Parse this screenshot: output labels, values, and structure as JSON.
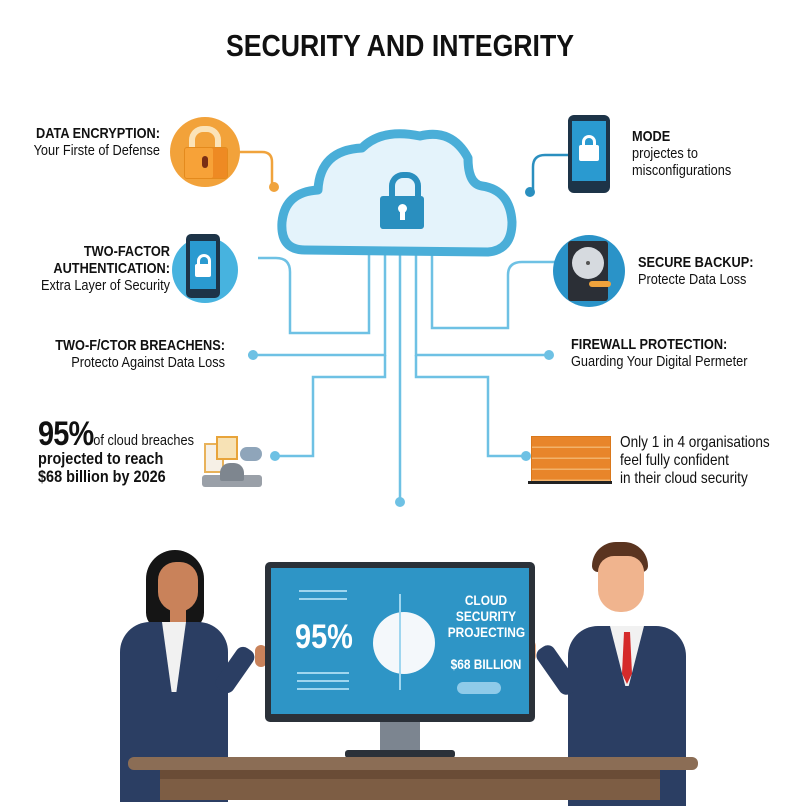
{
  "title": "SECURITY AND INTEGRITY",
  "colors": {
    "cloud_blue": "#4aaed8",
    "cloud_fill": "#e4f3fb",
    "line_blue": "#6ec1e4",
    "orange": "#f2a23a",
    "suit_navy": "#2b3e63",
    "screen_blue": "#2e95c6",
    "desk_brown": "#8a6a4f"
  },
  "left_items": [
    {
      "heading": "DATA ENCRYPTION:",
      "sub": "Your Firste of Defense",
      "icon": "padlock-icon"
    },
    {
      "heading_line1": "TWO-FACTOR",
      "heading_line2": "AUTHENTICATION:",
      "sub": "Extra Layer of Security",
      "icon": "smartphone-lock-icon"
    },
    {
      "heading": "TWO-F/CTOR BREACHENS:",
      "sub": "Protecto Against Data Loss"
    },
    {
      "stat": "95%",
      "stat_suffix": "of cloud breaches",
      "line2": "projected to reach",
      "line3": "$68 billion by 2026",
      "icon": "scale-stamp-icon"
    }
  ],
  "right_items": [
    {
      "heading": "MODE",
      "line2": "projectes to",
      "line3": "misconfigurations",
      "icon": "smartphone-lock-icon"
    },
    {
      "heading": "SECURE BACKUP:",
      "sub": "Protecte Data Loss",
      "icon": "hard-drive-icon"
    },
    {
      "heading": "FIREWALL PROTECTION:",
      "sub": "Guarding Your Digital Permeter"
    },
    {
      "line1": "Only 1 in 4 organisations",
      "line2": "feel fully confident",
      "line3": "in their cloud security",
      "icon": "brick-wall-icon"
    }
  ],
  "center": {
    "icon": "cloud-lock-icon"
  },
  "monitor": {
    "stat": "95%",
    "line1": "CLOUD",
    "line2": "SECURITY",
    "line3": "PROJECTING",
    "amount": "$68 BILLION"
  }
}
